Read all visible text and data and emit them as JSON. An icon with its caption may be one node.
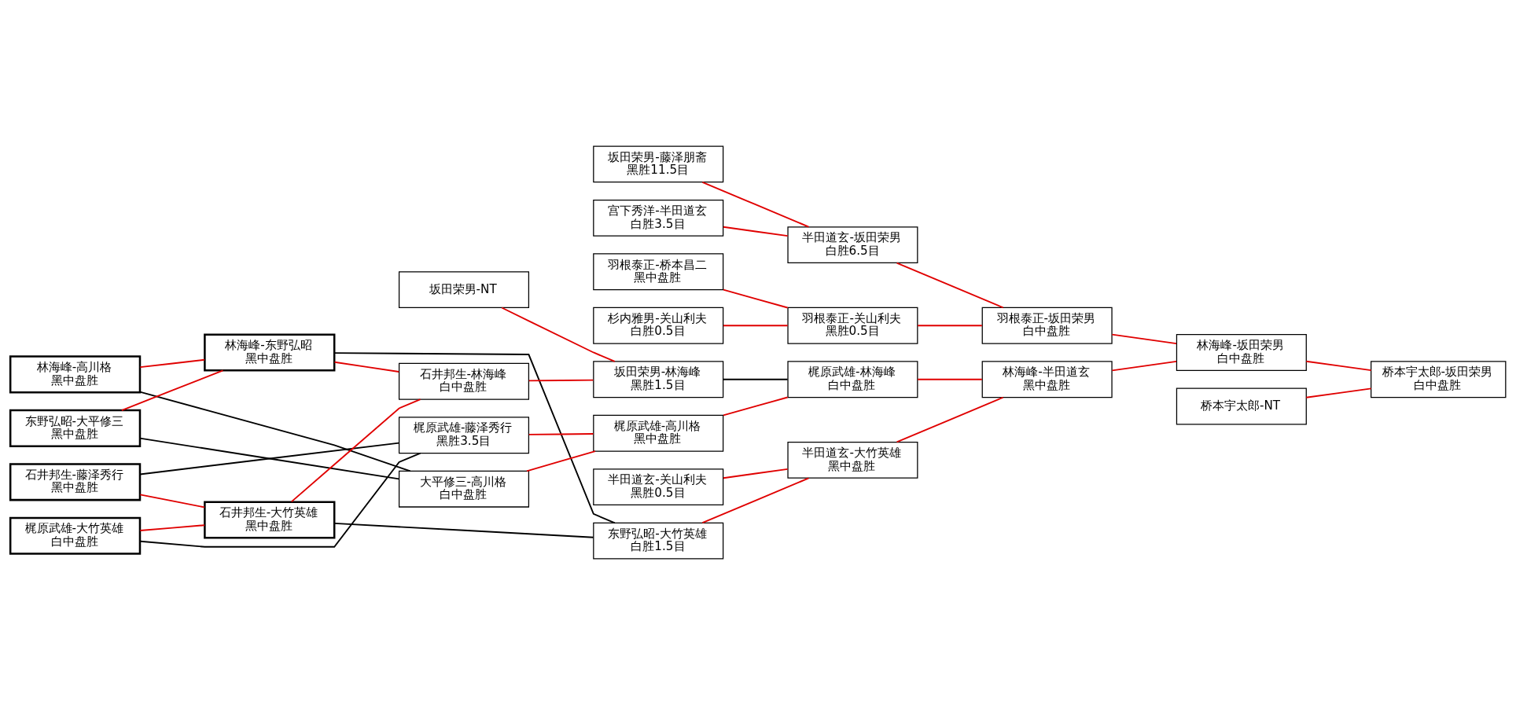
{
  "diagram": {
    "nodes": [
      {
        "text": [
          "林海峰-高川格",
          "黑中盘胜"
        ]
      },
      {
        "text": [
          "东野弘昭-大平修三",
          "黑中盘胜"
        ]
      },
      {
        "text": [
          "石井邦生-藤泽秀行",
          "黑中盘胜"
        ]
      },
      {
        "text": [
          "梶原武雄-大竹英雄",
          "白中盘胜"
        ]
      },
      {
        "text": [
          "林海峰-东野弘昭",
          "黑中盘胜"
        ]
      },
      {
        "text": [
          "石井邦生-大竹英雄",
          "黑中盘胜"
        ]
      },
      {
        "text": [
          "坂田荣男-NT"
        ]
      },
      {
        "text": [
          "石井邦生-林海峰",
          "白中盘胜"
        ]
      },
      {
        "text": [
          "梶原武雄-藤泽秀行",
          "黑胜3.5目"
        ]
      },
      {
        "text": [
          "大平修三-高川格",
          "白中盘胜"
        ]
      },
      {
        "text": [
          "坂田荣男-藤泽朋斋",
          "黑胜11.5目"
        ]
      },
      {
        "text": [
          "宫下秀洋-半田道玄",
          "白胜3.5目"
        ]
      },
      {
        "text": [
          "羽根泰正-桥本昌二",
          "黑中盘胜"
        ]
      },
      {
        "text": [
          "杉内雅男-关山利夫",
          "白胜0.5目"
        ]
      },
      {
        "text": [
          "坂田荣男-林海峰",
          "黑胜1.5目"
        ]
      },
      {
        "text": [
          "梶原武雄-高川格",
          "黑中盘胜"
        ]
      },
      {
        "text": [
          "半田道玄-关山利夫",
          "黑胜0.5目"
        ]
      },
      {
        "text": [
          "东野弘昭-大竹英雄",
          "白胜1.5目"
        ]
      },
      {
        "text": [
          "半田道玄-坂田荣男",
          "白胜6.5目"
        ]
      },
      {
        "text": [
          "羽根泰正-关山利夫",
          "黑胜0.5目"
        ]
      },
      {
        "text": [
          "梶原武雄-林海峰",
          "白中盘胜"
        ]
      },
      {
        "text": [
          "半田道玄-大竹英雄",
          "黑中盘胜"
        ]
      },
      {
        "text": [
          "羽根泰正-坂田荣男",
          "白中盘胜"
        ]
      },
      {
        "text": [
          "林海峰-半田道玄",
          "黑中盘胜"
        ]
      },
      {
        "text": [
          "林海峰-坂田荣男",
          "白中盘胜"
        ]
      },
      {
        "text": [
          "桥本宇太郎-NT"
        ]
      },
      {
        "text": [
          "桥本宇太郎-坂田荣男",
          "白中盘胜"
        ]
      }
    ],
    "edges": [
      {
        "from": 0,
        "to": 4,
        "arrow": "none"
      },
      {
        "from": 1,
        "to": 4,
        "arrow": "none"
      },
      {
        "from": 2,
        "to": 5,
        "arrow": "none"
      },
      {
        "from": 3,
        "to": 5,
        "arrow": "none"
      },
      {
        "from": 0,
        "to": 9,
        "arrow": "none",
        "color": "#000000"
      },
      {
        "from": 1,
        "to": 9,
        "arrow": "none",
        "color": "#000000"
      },
      {
        "from": 2,
        "to": 8,
        "arrow": "none",
        "color": "#000000"
      },
      {
        "from": 3,
        "to": 8,
        "arrow": "none",
        "color": "#000000"
      },
      {
        "from": 4,
        "to": 7,
        "arrow": "none"
      },
      {
        "from": 5,
        "to": 7,
        "arrow": "none"
      },
      {
        "from": 4,
        "to": 17,
        "arrow": "none",
        "color": "#000000"
      },
      {
        "from": 5,
        "to": 17,
        "arrow": "none",
        "color": "#000000"
      },
      {
        "from": 6,
        "to": 14,
        "arrow": "none"
      },
      {
        "from": 7,
        "to": 14,
        "arrow": "none"
      },
      {
        "from": 8,
        "to": 15,
        "arrow": "none"
      },
      {
        "from": 9,
        "to": 15,
        "arrow": "none"
      },
      {
        "from": 10,
        "to": 18,
        "arrow": "none"
      },
      {
        "from": 11,
        "to": 18,
        "arrow": "none"
      },
      {
        "from": 12,
        "to": 19,
        "arrow": "none"
      },
      {
        "from": 13,
        "to": 19,
        "arrow": "none"
      },
      {
        "from": 14,
        "to": 20,
        "arrow": "none",
        "color": "#000000"
      },
      {
        "from": 15,
        "to": 20,
        "arrow": "none"
      },
      {
        "from": 16,
        "to": 21,
        "arrow": "none"
      },
      {
        "from": 17,
        "to": 21,
        "arrow": "none"
      },
      {
        "from": 18,
        "to": 22,
        "arrow": "none"
      },
      {
        "from": 19,
        "to": 22,
        "arrow": "none"
      },
      {
        "from": 20,
        "to": 23,
        "arrow": "none"
      },
      {
        "from": 21,
        "to": 23,
        "arrow": "none"
      },
      {
        "from": 22,
        "to": 24,
        "arrow": "none"
      },
      {
        "from": 23,
        "to": 24,
        "arrow": "none"
      },
      {
        "from": 24,
        "to": 26,
        "arrow": "none"
      },
      {
        "from": 25,
        "to": 26,
        "arrow": "none"
      }
    ]
  }
}
